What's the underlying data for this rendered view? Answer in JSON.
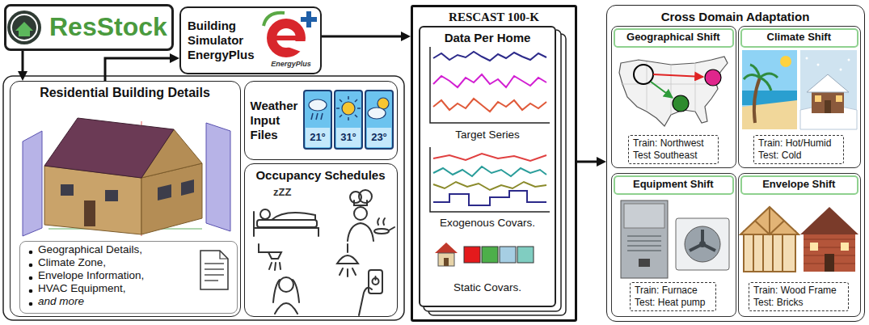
{
  "diagram": {
    "nodes": [
      {
        "text": [
          "ResStock"
        ]
      },
      {
        "text": [
          "Building Simulator EnergyPlus"
        ]
      },
      {
        "text": [
          "Residential Building Details"
        ]
      },
      {
        "text": [
          "Geographical Details,",
          "Climate Zone,",
          "Envelope Information,",
          "HVAC Equipment,",
          "and more"
        ],
        "in": 2
      },
      {
        "text": [
          "Weather Input Files"
        ]
      },
      {
        "text": [
          "Occupancy Schedules"
        ]
      },
      {
        "text": [
          "RESCAST 100-K"
        ]
      },
      {
        "text": [
          "Data Per Home",
          "Target Series",
          "Exogenous Covars.",
          "Static Covars."
        ],
        "in": 6
      },
      {
        "text": [
          "Cross Domain Adaptation"
        ]
      },
      {
        "text": [
          "Geographical Shift"
        ],
        "in": 8
      },
      {
        "text": [
          "Train: Northwest Test Southeast"
        ],
        "in": 9
      },
      {
        "text": [
          "Climate Shift"
        ],
        "in": 8
      },
      {
        "text": [
          "Train: Hot/Humid Test: Cold"
        ],
        "in": 11
      },
      {
        "text": [
          "Equipment Shift"
        ],
        "in": 8
      },
      {
        "text": [
          "Train: Furnace Test: Heat pump"
        ],
        "in": 13
      },
      {
        "text": [
          "Envelope Shift"
        ],
        "in": 8
      },
      {
        "text": [
          "Train: Wood Frame Test: Bricks"
        ],
        "in": 15
      }
    ],
    "edges": [
      {
        "from": 0,
        "to": 2,
        "arrow": "to"
      },
      {
        "from": 2,
        "to": 1,
        "arrow": "to"
      },
      {
        "from": 1,
        "to": 6,
        "arrow": "to"
      },
      {
        "from": 6,
        "to": 8,
        "arrow": "to"
      }
    ],
    "labels": [
      "EnergyPlus",
      "21°",
      "31°",
      "23°",
      "zZZ"
    ]
  }
}
